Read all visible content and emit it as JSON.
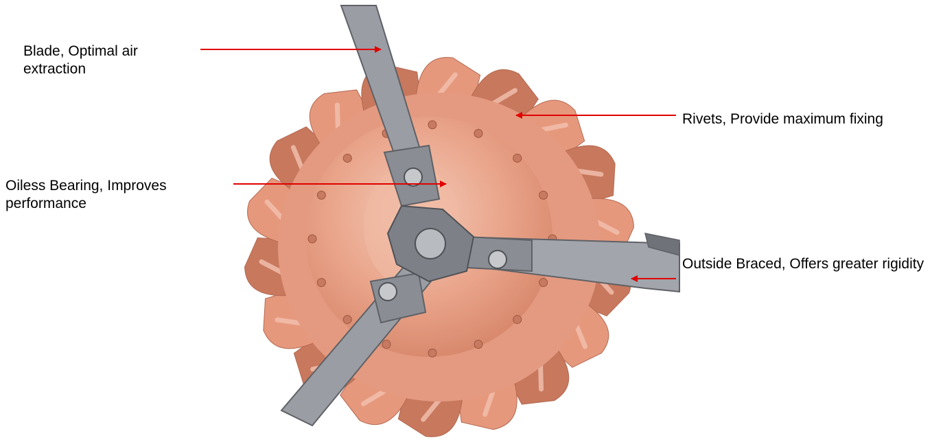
{
  "callouts": {
    "blade": {
      "text": "Blade, Optimal air extraction"
    },
    "rivets": {
      "text": "Rivets, Provide maximum fixing"
    },
    "bearing": {
      "text": "Oiless Bearing, Improves performance"
    },
    "braced": {
      "text": "Outside Braced,  Offers greater rigidity"
    }
  },
  "colors": {
    "copper_fill": "#e6987d",
    "copper_dark": "#c8785d",
    "copper_light": "#f3c2b0",
    "copper_hub": "#e9a48a",
    "steel": "#9a9da3",
    "steel_dark": "#5e6166",
    "rivet": "#c77a60",
    "arrow": "#e00000",
    "text": "#000000"
  }
}
